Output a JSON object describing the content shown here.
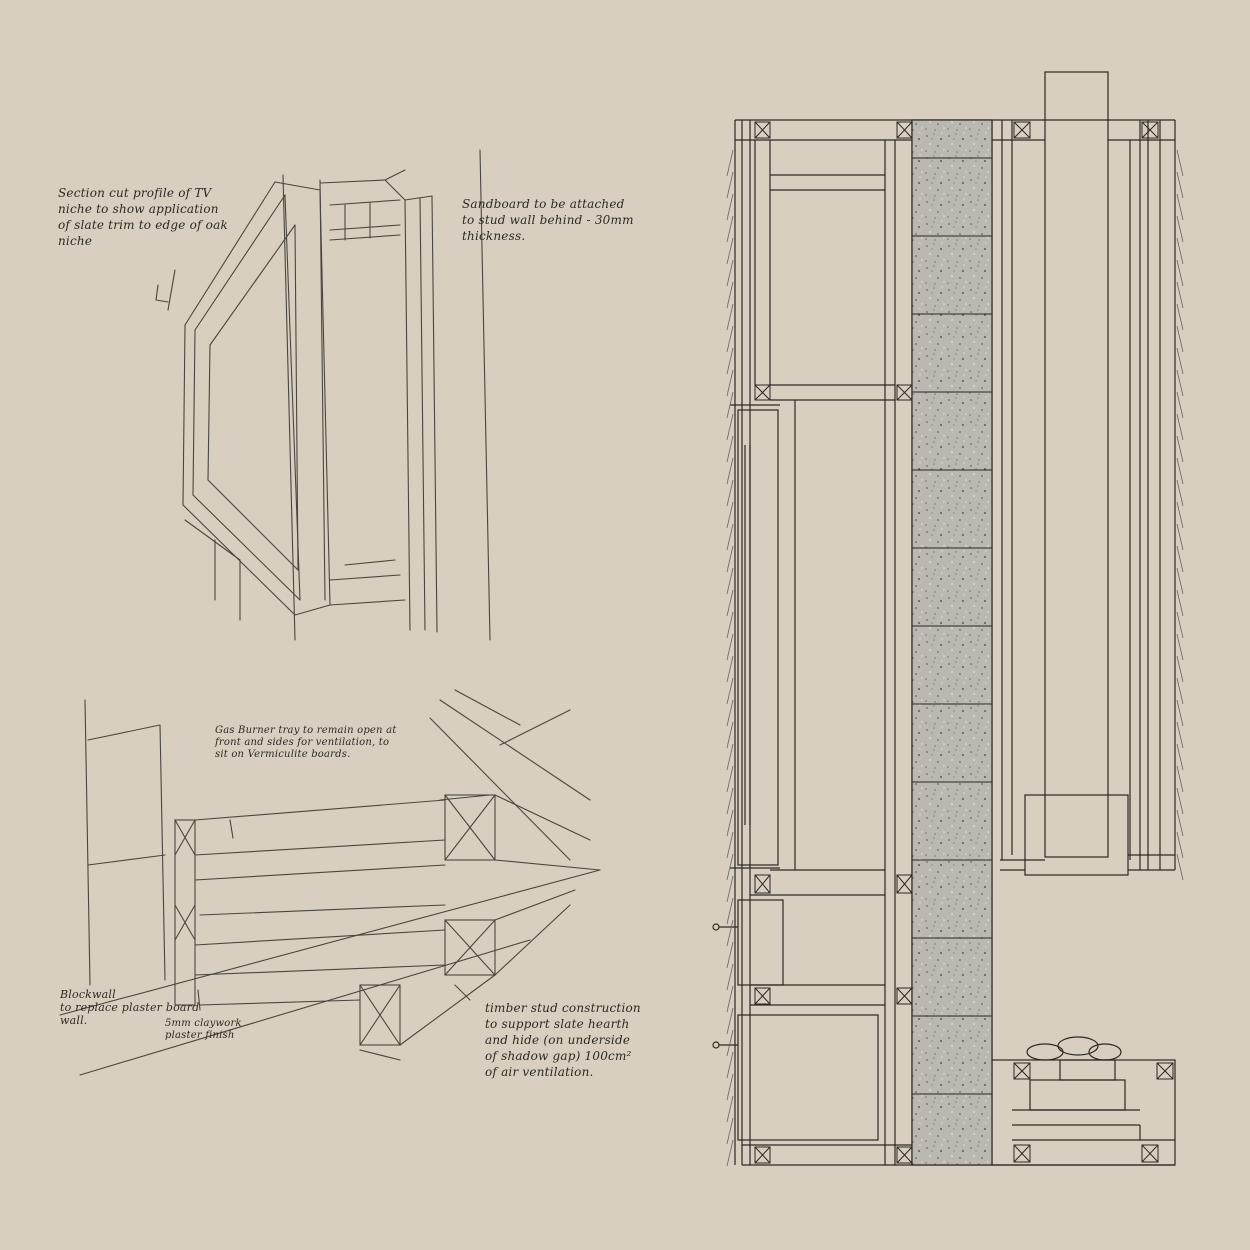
{
  "colors": {
    "background": "#d9cfc0",
    "line": "#2b2925",
    "sketch": "#4a4640",
    "block_fill": "#b9b7b0"
  },
  "notes": {
    "tv_section": "Section cut profile of TV\nniche to show application\nof slate trim to edge of oak\nniche",
    "sandboard": "Sandboard to be attached\nto stud wall behind - 30mm\nthickness.",
    "gas_burner": "Gas Burner tray to remain open at\nfront and sides for ventilation, to\nsit on Vermiculite boards.",
    "blockwall": "Blockwall\nto replace plaster board\nwall.",
    "claywork": "5mm claywork\nplaster finish",
    "timber_stud": "timber stud construction\nto support slate hearth\nand hide (on underside\nof shadow gap) 100cm²\nof air ventilation."
  }
}
